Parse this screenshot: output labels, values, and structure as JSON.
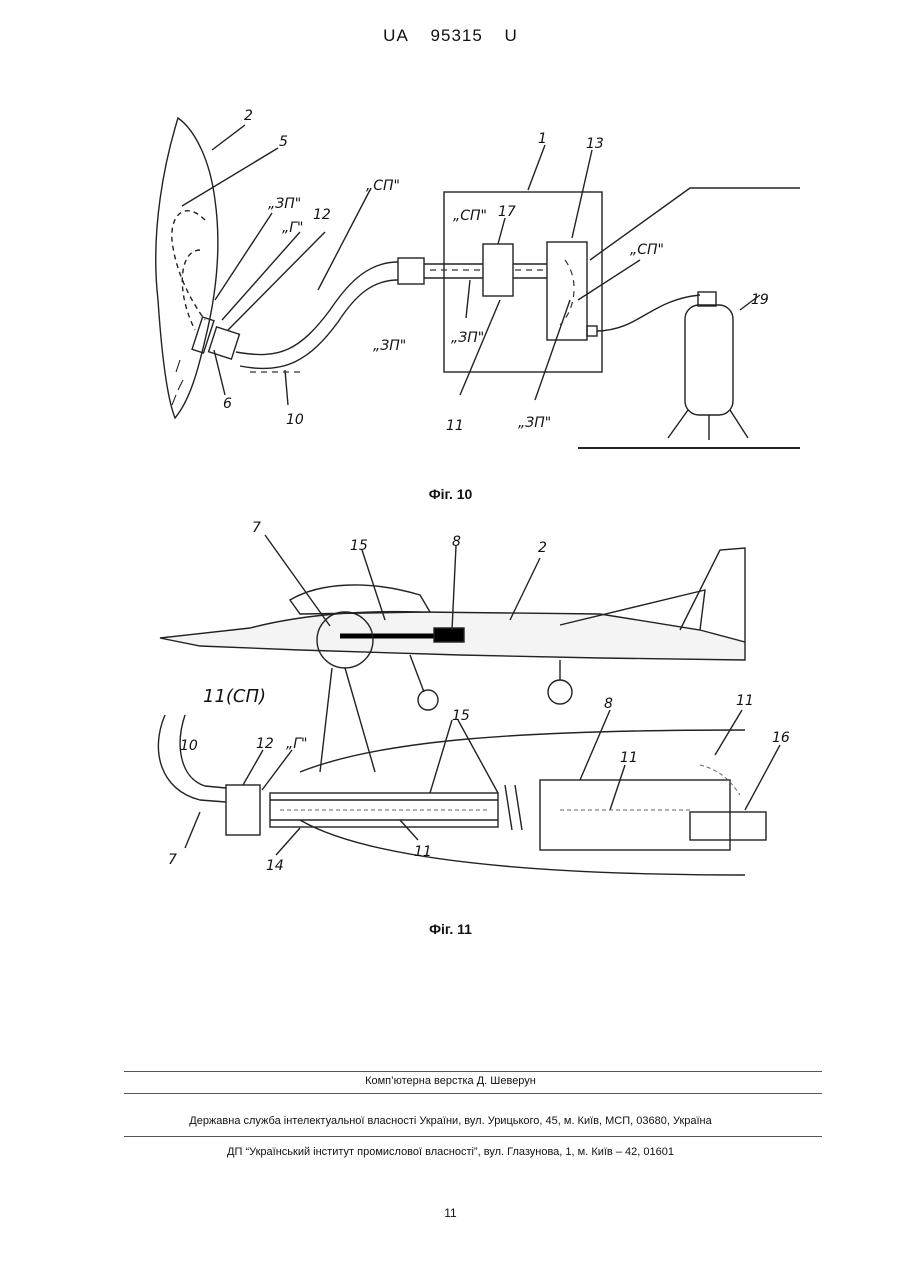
{
  "header": {
    "office_code": "UA",
    "patent_number": "95315",
    "kind_code": "U"
  },
  "fig10": {
    "caption": "Фіг. 10",
    "labels": {
      "l1": "1",
      "l2": "2",
      "l5": "5",
      "l6": "6",
      "l10": "10",
      "l11": "11",
      "l12": "12",
      "l13": "13",
      "l17": "17",
      "l19": "19",
      "zp": "„ЗП\"",
      "g": "„Г\"",
      "sp": "„СП\""
    }
  },
  "fig11": {
    "caption": "Фіг. 11",
    "labels": {
      "l2": "2",
      "l7": "7",
      "l8": "8",
      "l10": "10",
      "l11": "11",
      "l11sp": "11(СП)",
      "l12": "12",
      "l14": "14",
      "l15": "15",
      "l16": "16",
      "g": "„Г\""
    }
  },
  "footer": {
    "layout": "Комп’ютерна верстка Д. Шеверун",
    "agency": "Державна служба інтелектуальної власності України, вул. Урицького, 45, м. Київ, МСП, 03680, Україна",
    "institute": "ДП “Український інститут промислової власності”, вул. Глазунова, 1, м. Київ – 42, 01601"
  },
  "page_number": "11"
}
